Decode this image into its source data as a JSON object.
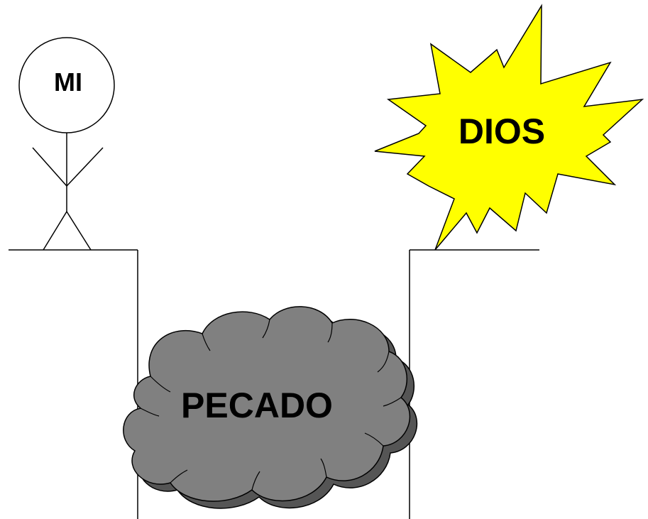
{
  "diagram": {
    "person": {
      "label": "MI"
    },
    "god": {
      "label": "DIOS"
    },
    "sin": {
      "label": "PECADO"
    }
  },
  "colors": {
    "line": "#000000",
    "star_fill": "#ffff00",
    "cloud_fill": "#808080",
    "cloud_shadow": "#555555",
    "person_fill": "#ffffff",
    "background": "#ffffff"
  }
}
